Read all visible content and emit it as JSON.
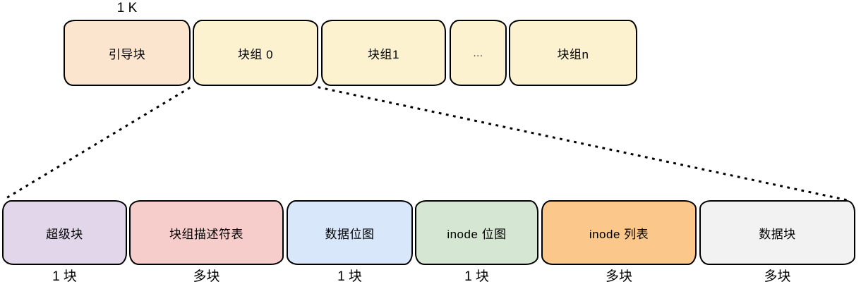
{
  "diagram": {
    "title_semantic": "ext-filesystem-block-group-layout",
    "top_row": {
      "size_label": "1 K",
      "blocks": [
        {
          "label": "引导块",
          "fill": "#fbe5cf"
        },
        {
          "label": "块组 0",
          "fill": "#fdf2d0"
        },
        {
          "label": "块组1",
          "fill": "#fdf2d0"
        },
        {
          "label": "...",
          "fill": "#fdf2d0"
        },
        {
          "label": "块组n",
          "fill": "#fdf2d0"
        }
      ]
    },
    "bottom_row": {
      "blocks": [
        {
          "label": "超级块",
          "count": "1 块",
          "fill": "#e2d7ea"
        },
        {
          "label": "块组描述符表",
          "count": "多块",
          "fill": "#f6cdcb"
        },
        {
          "label": "数据位图",
          "count": "1 块",
          "fill": "#d9e7fb"
        },
        {
          "label": "inode 位图",
          "count": "1 块",
          "fill": "#d5e7d2"
        },
        {
          "label": "inode 列表",
          "count": "多块",
          "fill": "#fbc78a"
        },
        {
          "label": "数据块",
          "count": "多块",
          "fill": "#f2f2f2"
        }
      ]
    },
    "connectors": {
      "style": "dotted",
      "color": "#000000",
      "description": "expansion lines from 块组 0 down to detailed bottom row"
    },
    "stroke_color": "#000000",
    "background_color": "#ffffff"
  }
}
